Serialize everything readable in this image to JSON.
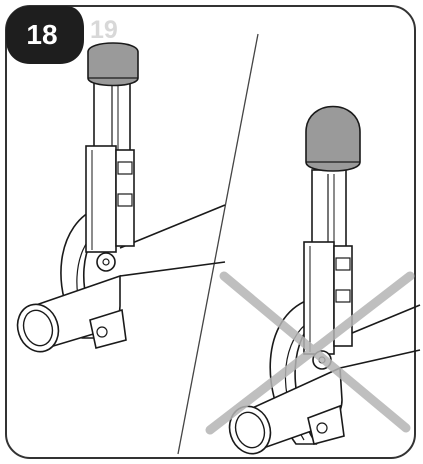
{
  "step": {
    "number": "18",
    "next_number_partial": "19"
  },
  "colors": {
    "frame": "#333333",
    "badge_bg": "#1e1e1e",
    "badge_text": "#ffffff",
    "ghost_number": "#d8d8d8",
    "knob": "#9a9a9a",
    "line_art": "#1a1a1a",
    "cross_mark": "#b5b5b5",
    "divider": "#444444"
  },
  "icons": {
    "correct_example": "pipe-cutter-correct",
    "incorrect_example": "pipe-cutter-incorrect",
    "incorrect_marker": "cross-mark"
  }
}
